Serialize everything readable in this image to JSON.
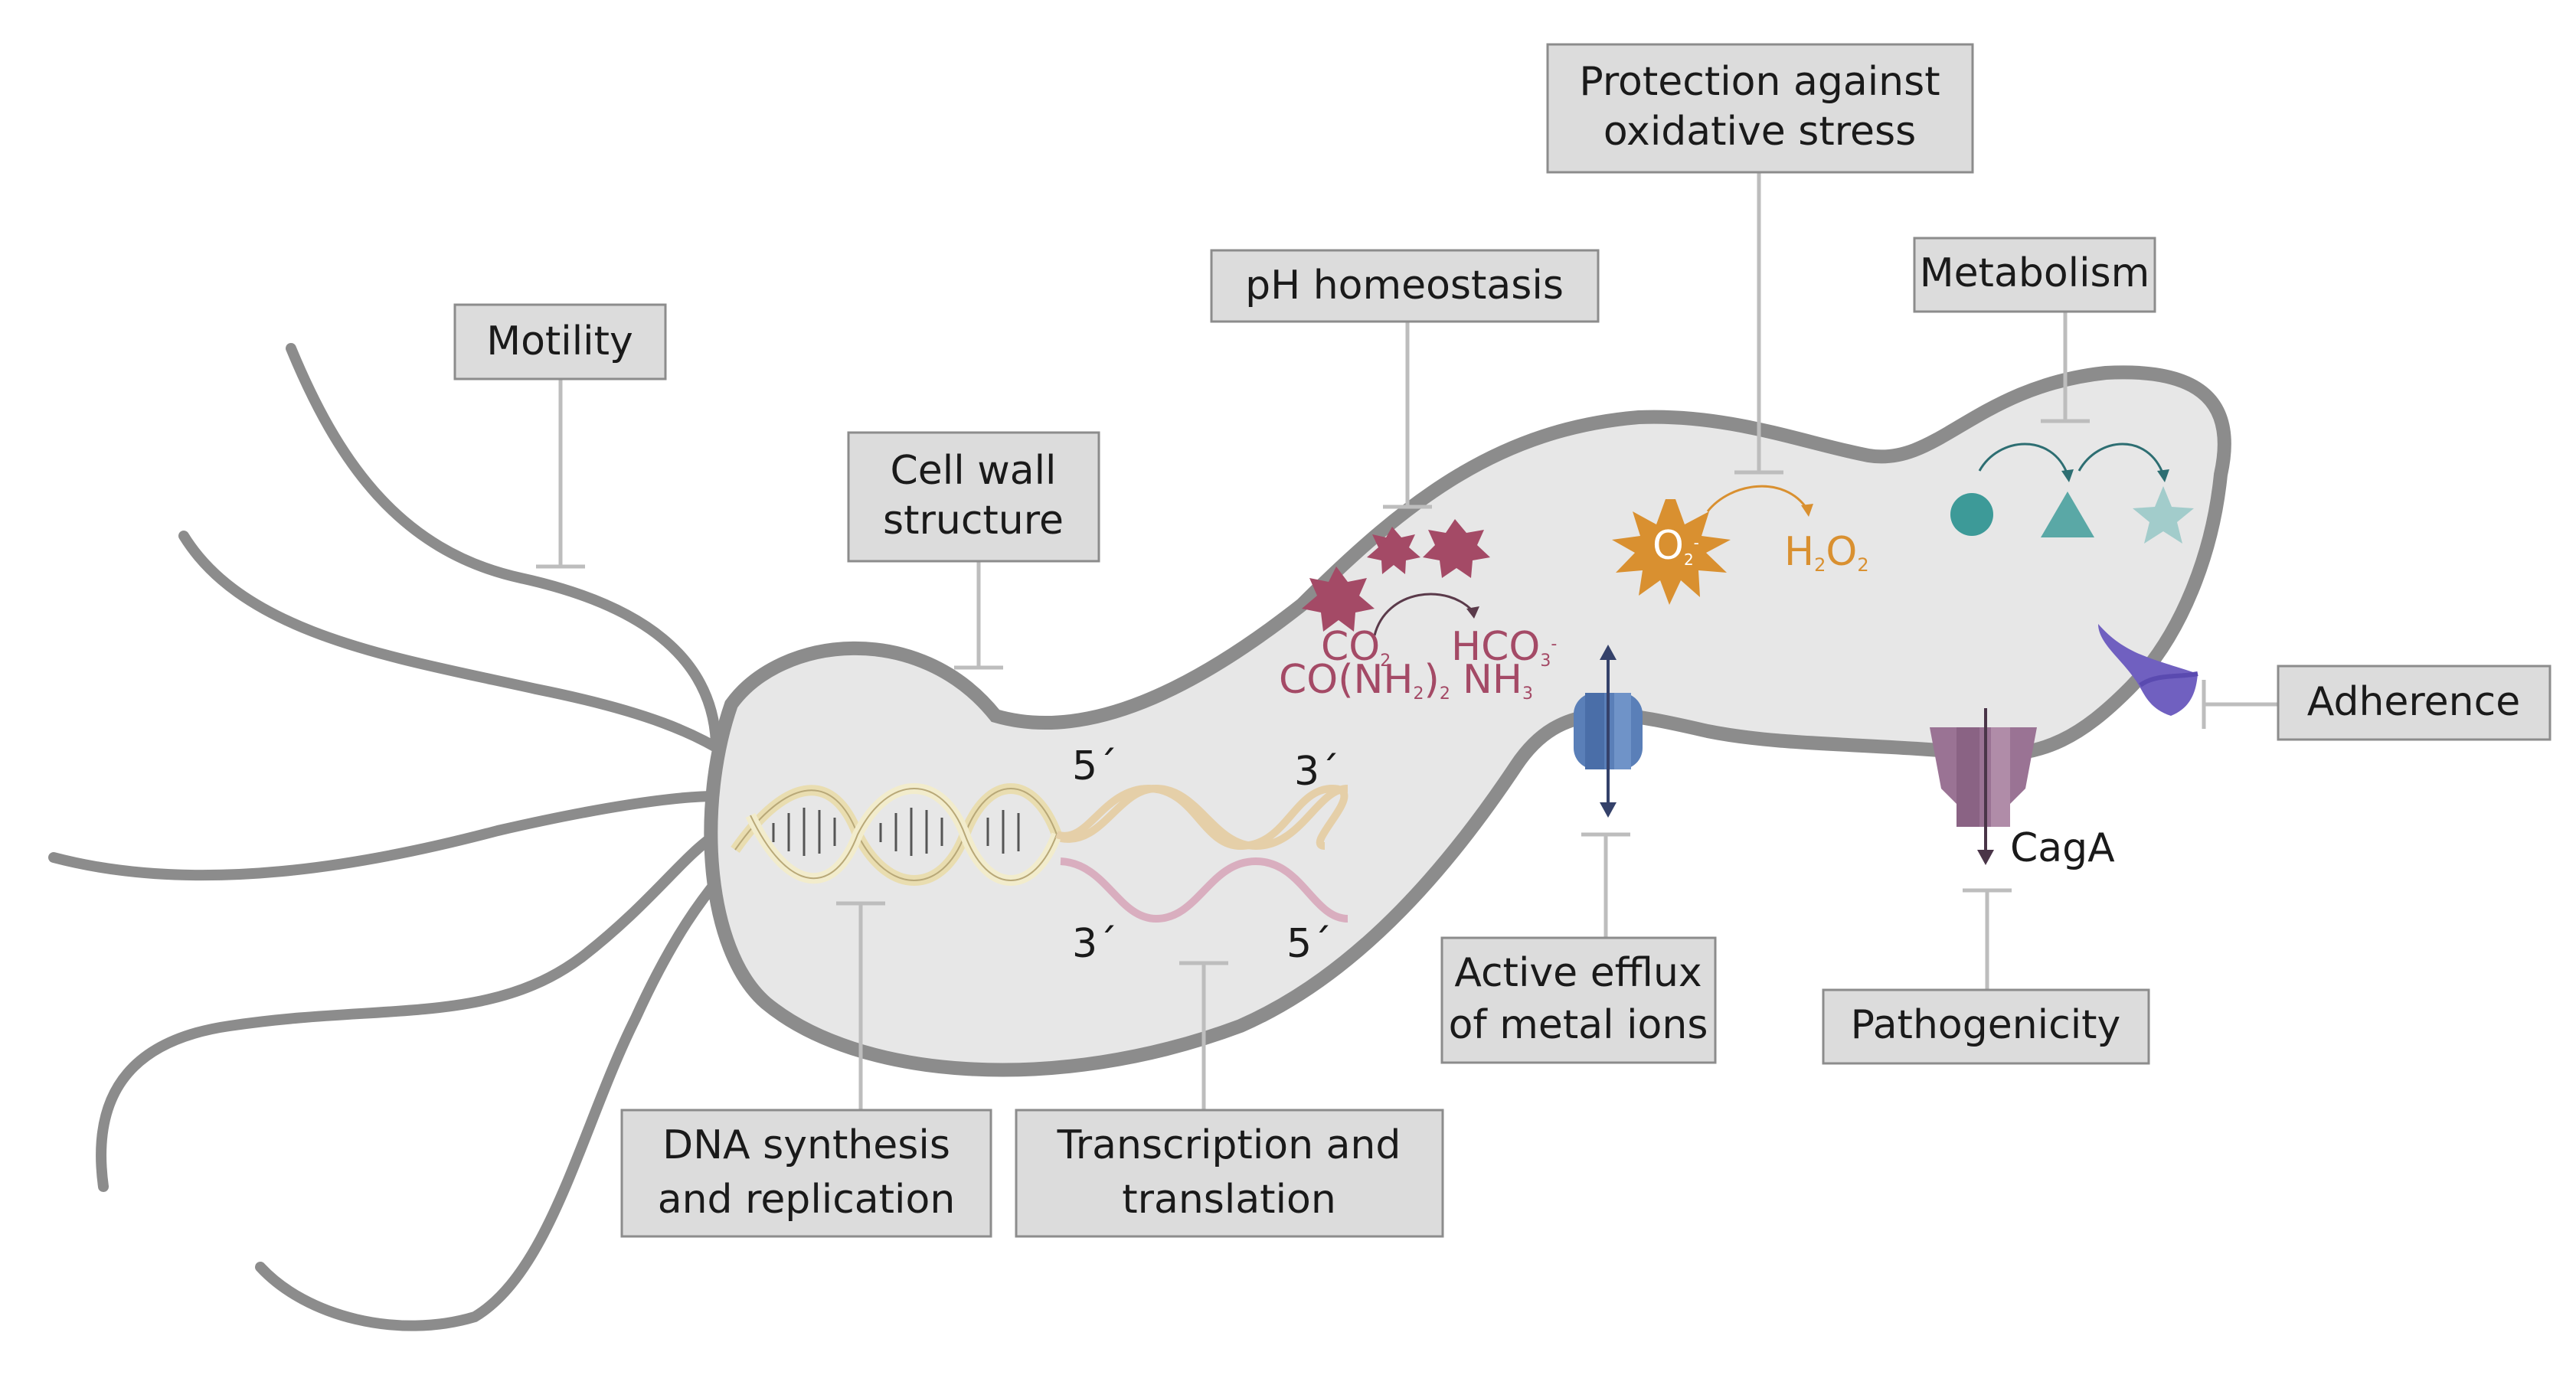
{
  "labels": {
    "motility": "Motility",
    "cell_wall": [
      "Cell wall",
      "structure"
    ],
    "ph": "pH homeostasis",
    "oxidative": [
      "Protection against",
      "oxidative stress"
    ],
    "metabolism": "Metabolism",
    "adherence": "Adherence",
    "efflux": [
      "Active efflux",
      "of metal ions"
    ],
    "pathogenicity": "Pathogenicity",
    "dna": [
      "DNA synthesis",
      "and replication"
    ],
    "transcription": [
      "Transcription and",
      "translation"
    ]
  },
  "annotations": {
    "prime5_top": "5´",
    "prime3_top": "3´",
    "prime3_bottom": "3´",
    "prime5_bottom": "5´",
    "co2": "CO",
    "co2_sub": "2",
    "urea_a": "CO(NH",
    "urea_sub": "2",
    "urea_b": ")",
    "urea_sub2": "2",
    "hco3": "HCO",
    "hco3_sub": "3",
    "hco3_sup": "-",
    "nh3": "NH",
    "nh3_sub": "3",
    "superoxide": "O",
    "superoxide_sub": "2",
    "superoxide_sup": "-",
    "h2o2_a": "H",
    "h2o2_sub1": "2",
    "h2o2_b": "O",
    "h2o2_sub2": "2",
    "caga": "CagA"
  },
  "colors": {
    "cell_fill": "#e7e7e7",
    "cell_outline": "#8c8c8c",
    "label_box": "#dcdcdc",
    "urease_red": "#a44a66",
    "superoxide_orange": "#d99030",
    "metabolite_teal": "#3d9a98",
    "efflux_blue": "#5a7fb8",
    "secretion_mauve": "#9a7394",
    "adhesin_purple": "#7060c0",
    "dna_yellow": "#e9ddb0",
    "mrna_pink": "#d9aebf"
  }
}
